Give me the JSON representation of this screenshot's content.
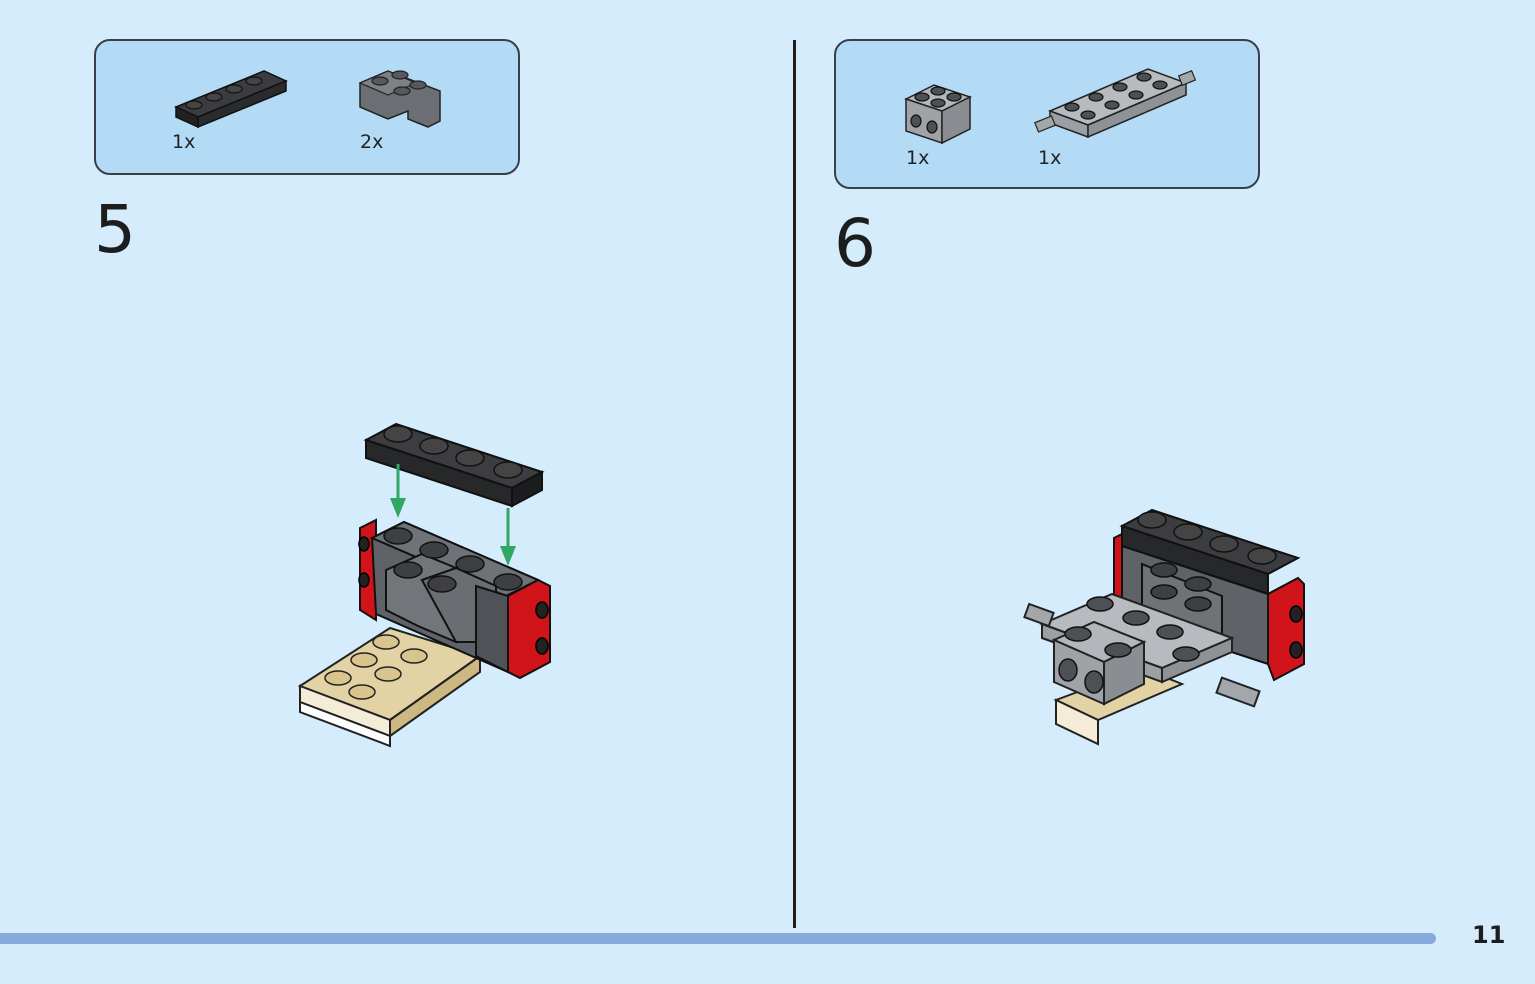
{
  "steps": [
    {
      "number": "5",
      "parts": [
        {
          "qty": "1x",
          "icon": "black-plate-1x4-icon"
        },
        {
          "qty": "2x",
          "icon": "dark-gray-corner-brick-icon"
        }
      ]
    },
    {
      "number": "6",
      "parts": [
        {
          "qty": "1x",
          "icon": "gray-brick-with-side-studs-icon"
        },
        {
          "qty": "1x",
          "icon": "gray-plate-with-axle-pins-icon"
        }
      ]
    }
  ],
  "page": {
    "number": "11"
  },
  "colors": {
    "background": "#d4ecfb",
    "parts_box": "#b4dbf5",
    "progress": "#86a9db",
    "arrow": "#2fa864",
    "red": "#d0141a",
    "dark_gray": "#5f6266",
    "light_gray": "#a3a6aa",
    "black": "#2d2f32",
    "tan": "#e3d2a4"
  }
}
